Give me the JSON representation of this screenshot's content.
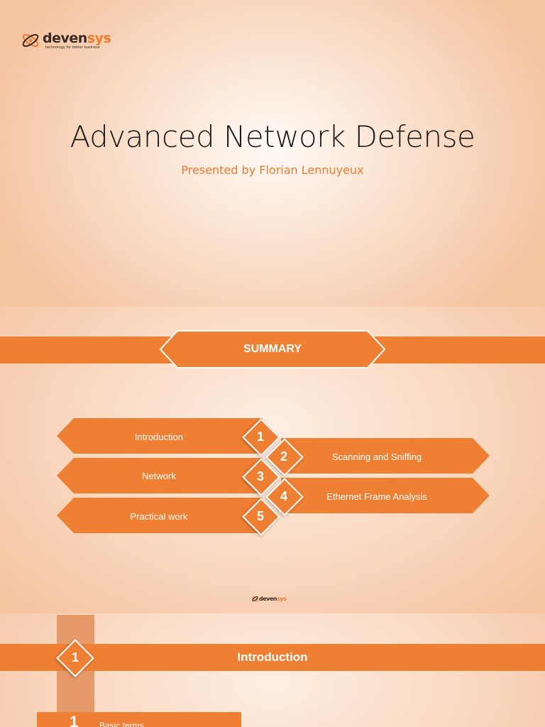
{
  "slide1": {
    "logo": {
      "word_dev": "deven",
      "word_sys": "sys",
      "tagline": "technology for better business"
    },
    "title": "Advanced Network Defense",
    "subtitle": "Presented by Florian Lennuyeux"
  },
  "slide2": {
    "banner": "SUMMARY",
    "items": [
      {
        "num": "1",
        "label": "Introduction"
      },
      {
        "num": "2",
        "label": "Scanning and Sniffing"
      },
      {
        "num": "3",
        "label": "Network"
      },
      {
        "num": "4",
        "label": "Ethernet Frame Analysis"
      },
      {
        "num": "5",
        "label": "Practical work"
      }
    ],
    "footer_logo": {
      "word_dev": "deven",
      "word_sys": "sys"
    }
  },
  "slide3": {
    "section_num": "1",
    "section_title": "Introduction",
    "sub_num": "1",
    "sub_label": "Basic terms"
  },
  "colors": {
    "accent": "#ee7f33",
    "text_dark": "#1c1c1c",
    "subtitle": "#ee7b30"
  },
  "icons": [
    "devensys-logo-icon",
    "diamond-number-icon"
  ]
}
